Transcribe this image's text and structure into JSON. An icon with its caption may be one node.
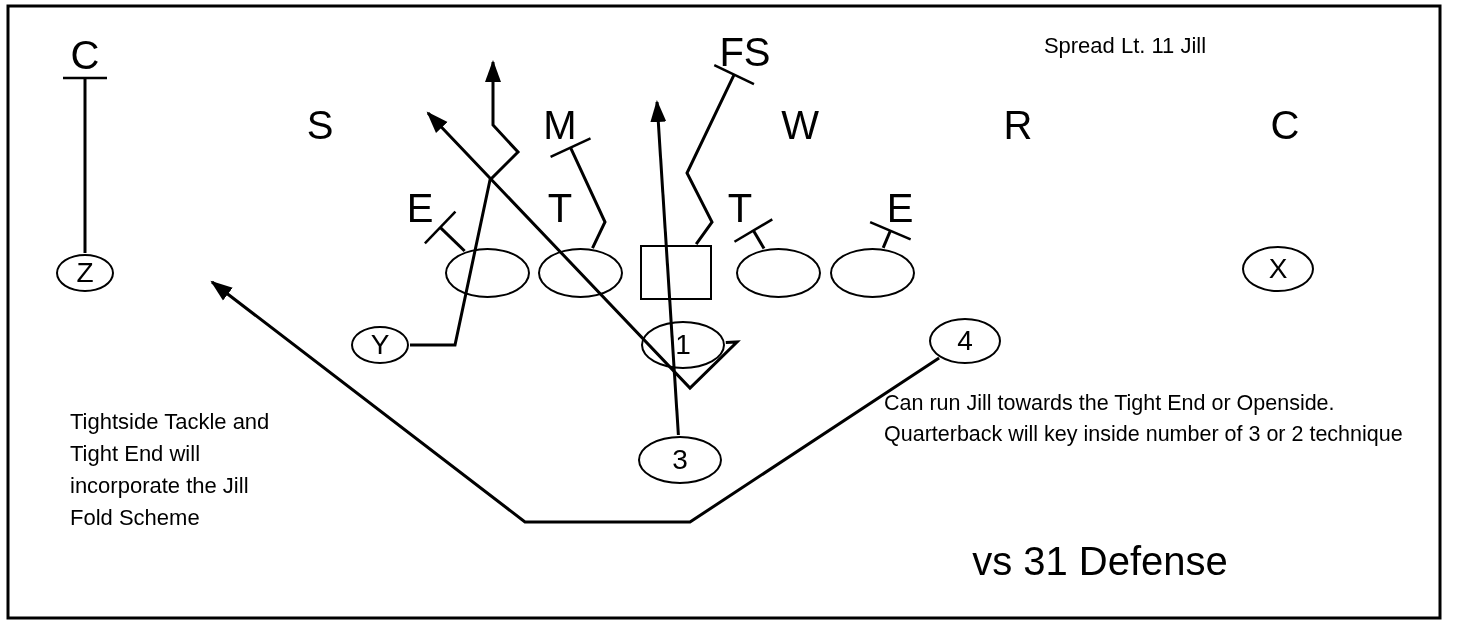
{
  "diagram": {
    "title": "Spread Lt. 11 Jill",
    "nodes": [
      {
        "text": [
          "C"
        ]
      },
      {
        "text": [
          "S"
        ]
      },
      {
        "text": [
          "M"
        ]
      },
      {
        "text": [
          "FS"
        ]
      },
      {
        "text": [
          "W"
        ]
      },
      {
        "text": [
          "R"
        ]
      },
      {
        "text": [
          "C"
        ]
      },
      {
        "text": [
          "E"
        ]
      },
      {
        "text": [
          "T"
        ]
      },
      {
        "text": [
          "T"
        ]
      },
      {
        "text": [
          "E"
        ]
      },
      {
        "text": [
          "Z"
        ]
      },
      {
        "text": [],
        "shape": "ellipse"
      },
      {
        "text": [],
        "shape": "ellipse"
      },
      {
        "text": [],
        "shape": "box"
      },
      {
        "text": [],
        "shape": "ellipse"
      },
      {
        "text": [],
        "shape": "ellipse"
      },
      {
        "text": [
          "X"
        ]
      },
      {
        "text": [
          "Y"
        ]
      },
      {
        "text": [
          "1"
        ]
      },
      {
        "text": [
          "4"
        ]
      },
      {
        "text": [
          "3"
        ]
      }
    ],
    "edges": [
      {
        "from": 11,
        "to": 0,
        "arrow": "other"
      },
      {
        "from": 12,
        "to": 7,
        "arrow": "other"
      },
      {
        "from": 18,
        "to": null,
        "arrow": "to"
      },
      {
        "from": 13,
        "to": 2,
        "arrow": "other"
      },
      {
        "from": 19,
        "to": null,
        "arrow": "to"
      },
      {
        "from": 21,
        "to": null,
        "arrow": "to"
      },
      {
        "from": 14,
        "to": 3,
        "arrow": "other"
      },
      {
        "from": 15,
        "to": 9,
        "arrow": "other"
      },
      {
        "from": 16,
        "to": 10,
        "arrow": "other"
      },
      {
        "from": 20,
        "to": null,
        "arrow": "to"
      }
    ],
    "labels": [
      "Tightside Tackle and Tight End will incorporate the Jill Fold Scheme",
      "Can run Jill towards the Tight End or Openside.  Quarterback will key inside number of 3 or 2 technique",
      "vs 31 Defense"
    ]
  }
}
